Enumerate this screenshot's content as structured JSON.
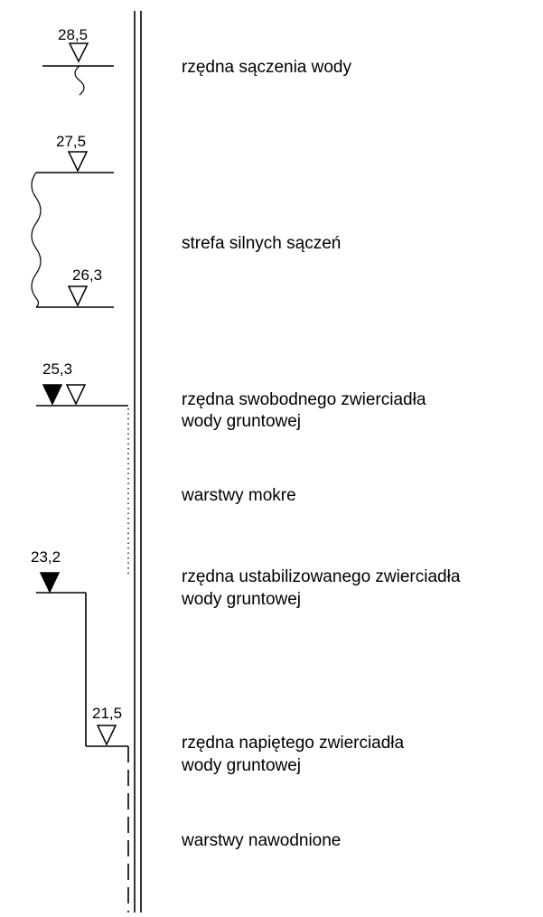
{
  "levels": {
    "l1": "28,5",
    "l2": "27,5",
    "l3": "26,3",
    "l4": "25,3",
    "l5": "23,2",
    "l6": "21,5"
  },
  "descriptions": {
    "seepage_level": "rzędna  sączenia wody",
    "strong_seepage_zone": "strefa silnych sączeń",
    "free_water_table_line1": "rzędna  swobodnego zwierciadła",
    "free_water_table_line2": "wody gruntowej",
    "wet_layers": "warstwy mokre",
    "stabilized_water_table_line1": "rzędna  ustabilizowanego zwierciadła",
    "stabilized_water_table_line2": "wody gruntowej",
    "confined_water_table_line1": "rzędna napiętego zwierciadła",
    "confined_water_table_line2": "wody gruntowej",
    "saturated_layers": "warstwy nawodnione"
  }
}
